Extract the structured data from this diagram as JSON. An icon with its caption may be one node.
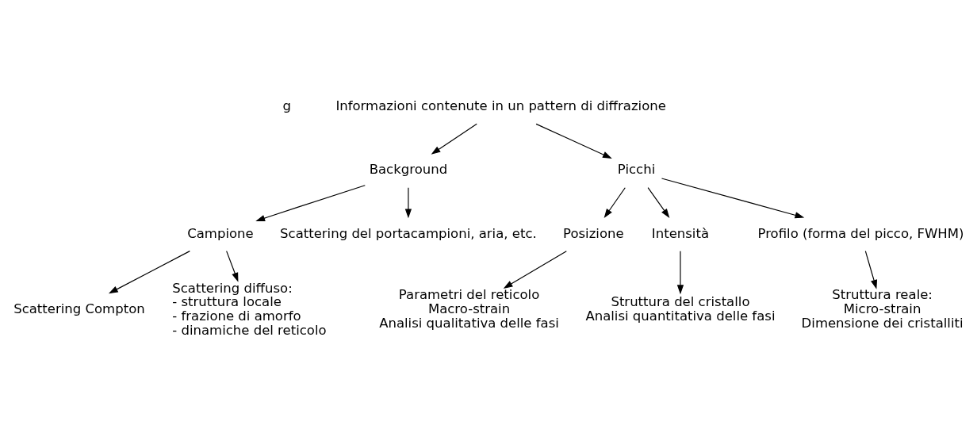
{
  "diagram": {
    "nodes": [
      {
        "text": [
          "Informazioni contenute in un pattern di diffrazione"
        ]
      },
      {
        "text": [
          "Background"
        ]
      },
      {
        "text": [
          "Picchi"
        ]
      },
      {
        "text": [
          "Campione"
        ]
      },
      {
        "text": [
          "Scattering del portacampioni, aria, etc."
        ]
      },
      {
        "text": [
          "Posizione"
        ]
      },
      {
        "text": [
          "Intensità"
        ]
      },
      {
        "text": [
          "Profilo (forma del picco, FWHM)"
        ]
      },
      {
        "text": [
          "Scattering Compton"
        ]
      },
      {
        "text": [
          "Parametri del reticolo",
          "Macro-strain",
          "Analisi qualitativa delle fasi"
        ]
      },
      {
        "text": [
          "Struttura reale:",
          "Micro-strain",
          "Dimensione dei cristalliti"
        ]
      },
      {
        "text": [
          "Scattering diffuso:",
          "- struttura locale",
          "- frazione di amorfo",
          "- dinamiche del reticolo"
        ]
      },
      {
        "text": [
          "Struttura del cristallo",
          "Analisi quantitativa delle fasi"
        ]
      }
    ],
    "edges": [
      {
        "from": 0,
        "to": 1,
        "arrow": "to"
      },
      {
        "from": 0,
        "to": 2,
        "arrow": "to"
      },
      {
        "from": 1,
        "to": 3,
        "arrow": "to"
      },
      {
        "from": 1,
        "to": 4,
        "arrow": "to"
      },
      {
        "from": 2,
        "to": 5,
        "arrow": "to"
      },
      {
        "from": 2,
        "to": 6,
        "arrow": "to"
      },
      {
        "from": 2,
        "to": 7,
        "arrow": "to"
      },
      {
        "from": 3,
        "to": 8,
        "arrow": "to"
      },
      {
        "from": 3,
        "to": 11,
        "arrow": "to"
      },
      {
        "from": 5,
        "to": 9,
        "arrow": "to"
      },
      {
        "from": 6,
        "to": 12,
        "arrow": "to"
      },
      {
        "from": 7,
        "to": 10,
        "arrow": "to"
      }
    ],
    "labels": [
      "g"
    ]
  }
}
